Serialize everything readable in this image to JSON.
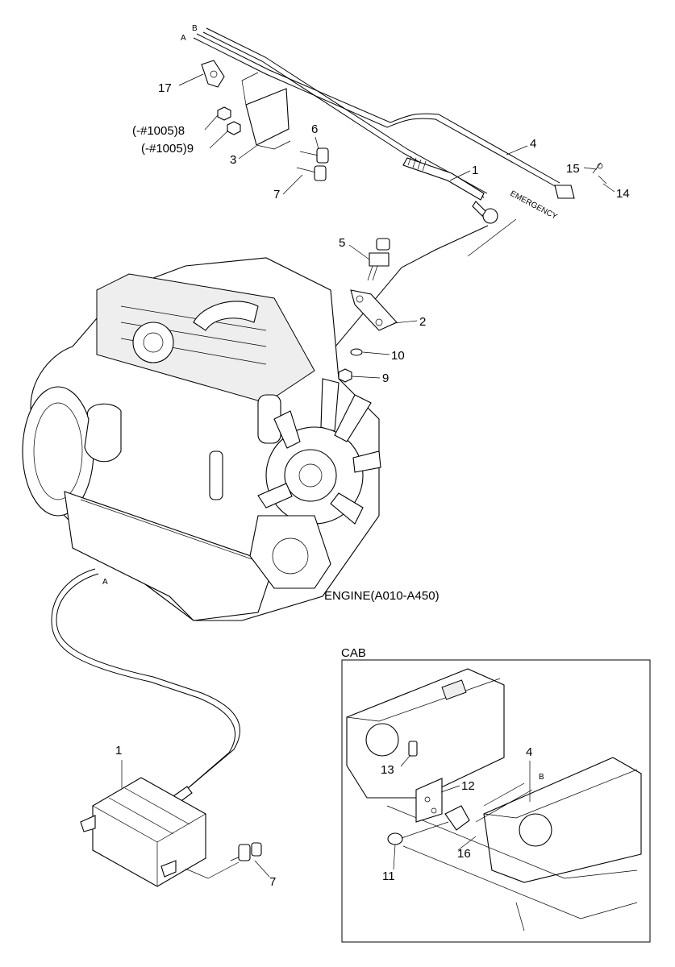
{
  "labels": {
    "p17": "17",
    "p8": "(-#1005)8",
    "p9a": "(-#1005)9",
    "p3": "3",
    "p6": "6",
    "p7a": "7",
    "p1a": "1",
    "p4a": "4",
    "p15": "15",
    "p14": "14",
    "p5": "5",
    "p2": "2",
    "p10": "10",
    "p9b": "9",
    "p1b": "1",
    "p7b": "7",
    "p13": "13",
    "p12": "12",
    "p4b": "4",
    "p11": "11",
    "p16": "16",
    "letterA1": "A",
    "letterB1": "B",
    "letterA2": "A",
    "letterB2": "B"
  },
  "engine_caption": "ENGINE(A010-A450)",
  "cab_caption": "CAB",
  "cable_tag": "EMERGENCY"
}
